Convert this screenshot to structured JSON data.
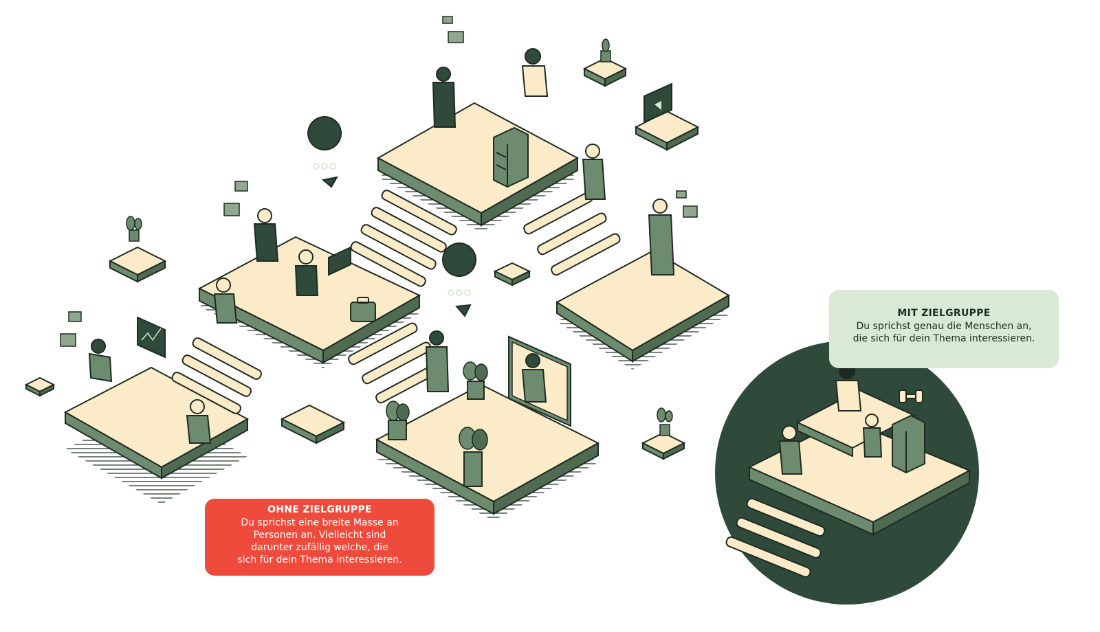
{
  "colors": {
    "cream": "#FCEBC8",
    "sage": "#6D8B6F",
    "dark_green": "#2F4A3B",
    "outline": "#1E2A22",
    "coral": "#EE4B3C",
    "mint": "#DAE9D5"
  },
  "callout_ohne": {
    "title": "OHNE ZIELGRUPPE",
    "line1": "Du sprichst eine breite Masse an",
    "line2": "Personen an. Vielleicht sind",
    "line3": "darunter zufällig welche, die",
    "line4": "sich für dein Thema interessieren.",
    "bg": "#EE4B3C",
    "text_color": "#FFFFFF"
  },
  "callout_mit": {
    "title": "MIT ZIELGRUPPE",
    "line1": "Du sprichst genau die Menschen an,",
    "line2": "die sich für dein Thema interessieren.",
    "bg": "#DAE9D5",
    "text_color": "#1E2A22"
  },
  "icons": [
    "speech-bubble-dots-icon",
    "chat-bubble-icon",
    "plant-icon",
    "monitor-icon",
    "laptop-icon",
    "filing-cabinet-icon",
    "briefcase-icon",
    "dumbbell-icon"
  ]
}
